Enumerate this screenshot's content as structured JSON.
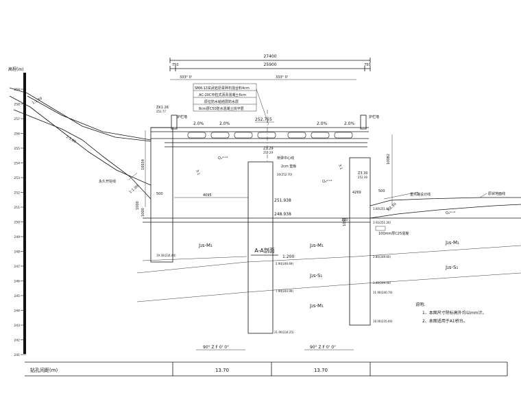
{
  "dims": {
    "total": "27400",
    "left_edge": "750",
    "middle": "25900",
    "right_edge": "750",
    "slope_left": "333° 0'",
    "slope_right": "333° 0'"
  },
  "elevation_axis": {
    "label": "高程(m)",
    "ticks": [
      "259",
      "258",
      "257",
      "256",
      "255",
      "254",
      "253",
      "252",
      "251",
      "250",
      "249",
      "248",
      "247",
      "246",
      "245",
      "244",
      "243",
      "242",
      "241"
    ]
  },
  "pavement_labels": [
    "SMA-13玄武岩沥青碎石混合料4cm",
    "AC-20C中粒式沥青混凝土6cm",
    "原位防水粘结层防水层",
    "8cm厚C50防水混凝土找平层"
  ],
  "annotations": {
    "zk_left": "ZK1.26",
    "zk_left_elev": "252.77",
    "guardrail_left": "护栏墙",
    "guardrail_right": "护栏墙",
    "slope_pct_1": "2.0%",
    "slope_pct_2": "2.0%",
    "slope_pct_3": "2.0%",
    "slope_pct_4": "2.0%",
    "center_elev": "252.755",
    "bridge_center_line": "桥梁中心线",
    "pad_label": "2cm 垫板",
    "z3_center": "Z3.29",
    "z3_center_elev": "252.29",
    "z3_right": "Z3.30",
    "z3_right_elev": "252.30",
    "elev_251938": "251.938",
    "elev_248938": "248.938",
    "elev_note_mid": "20(252.70)",
    "dim_4095": "4095",
    "dim_4269": "4269",
    "dim_500_left": "500",
    "dim_500_right": "500",
    "dim_1000_a": "1000",
    "dim_1000_b": "1000",
    "dim_1000_c": "1000",
    "dim_100_mid": "100",
    "dim_10034": "10034",
    "dim_10082": "10082",
    "slope_left_1": "1:1.50",
    "slope_left_2": "1:1.00",
    "slope_left_3": "1:1.00",
    "slope_mid_1": "3:1",
    "slope_mid_2": "3:1",
    "slope_right": "1:1.50",
    "soil_q_1": "Q₄ᵉˡ⁺ᵈˡ",
    "soil_q_2": "Q₄ᵉˡ⁺ᵈˡ",
    "soil_q_3": "Q₄ᵉˡ⁺ᵈˡ",
    "strata_1": "J₂s-M₁",
    "strata_2": "J₂s-M₁",
    "strata_3": "J₂s-M₁",
    "strata_4": "J₂s-S₁",
    "strata_5": "J₂s-S₁",
    "strata_6": "J₂s-M₁",
    "pile_bottom_1": "19.30(234.40)",
    "pile_bottom_2": "21.90(234.25)",
    "pile_bottom_3": "16.00(235.00)",
    "pile_mid_1": "2.90(249.69)",
    "pile_mid_2": "7.90(244.99)",
    "pile_mid_3": "3.90(249.09)",
    "pile_mid_4": "11.90(240.70)",
    "right_elev_a": "3.60(251.60)",
    "right_elev_b": "3.01(251.30)",
    "right_bottom_a": "2.80(249.60)",
    "pipe_label": "100mm厚C25混凝",
    "left_perm_line": "永久开挖线",
    "right_design_line": "重点路设计线",
    "right_ground_line": "原状地面线",
    "coord_1": "90° Z F 0' 0\"",
    "coord_2": "90° Z F 0' 0\"",
    "section_title": "A-A剖面",
    "section_scale": "1:200"
  },
  "notes": {
    "title": "说明:",
    "items": [
      "1、本图尺寸除标高外均以mm计。",
      "2、本图适用于A1桥台。"
    ]
  },
  "bottom_table": {
    "row_label": "钻孔间距(m)",
    "values": [
      "13.70",
      "13.70"
    ]
  }
}
